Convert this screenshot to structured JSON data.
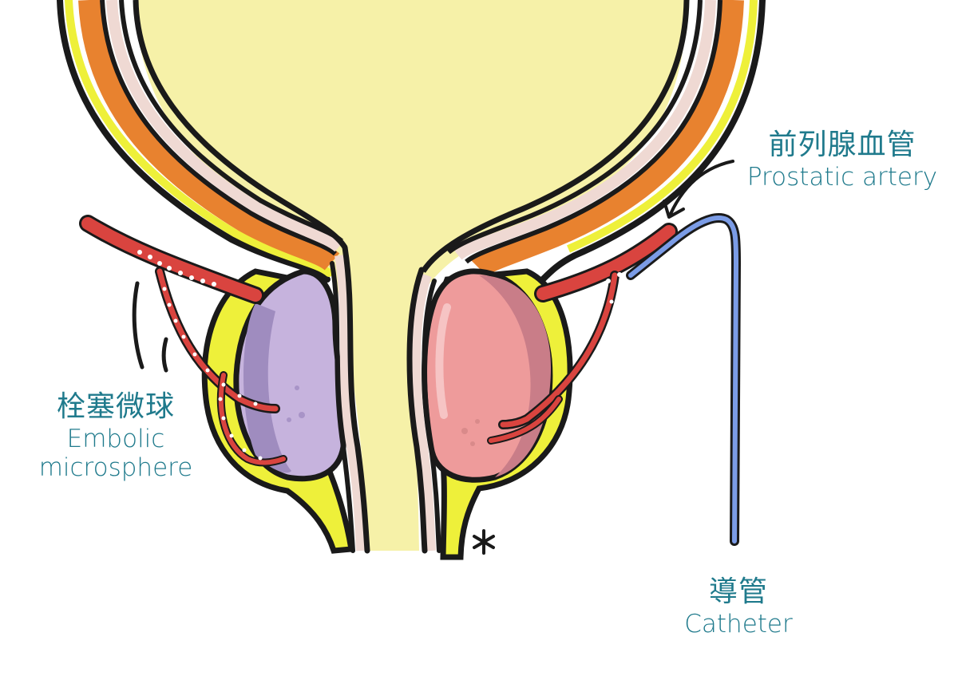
{
  "labels": {
    "prostatic_artery": {
      "zh": "前列腺血管",
      "en": "Prostatic artery"
    },
    "embolic_microsphere": {
      "zh": "栓塞微球",
      "en_line1": "Embolic",
      "en_line2": "microsphere"
    },
    "catheter": {
      "zh": "導管",
      "en": "Catheter"
    },
    "asterisk": "*"
  },
  "colors": {
    "label_text": "#1f7a8c",
    "outline": "#1a1a1a",
    "bladder_fill": "#f6f1a8",
    "muscle_orange": "#e8822f",
    "mucosa_pink": "#efd9d3",
    "fat_yellow": "#eef03a",
    "left_lobe_purple": "#c6b3dd",
    "right_lobe_pink": "#ee9b9b",
    "artery_red": "#d9443f",
    "catheter_blue": "#7b9ce6",
    "microsphere_white": "#ffffff"
  },
  "icons": {
    "pointer_arrow": "curved-arrow-icon",
    "asterisk_mark": "asterisk-icon"
  }
}
